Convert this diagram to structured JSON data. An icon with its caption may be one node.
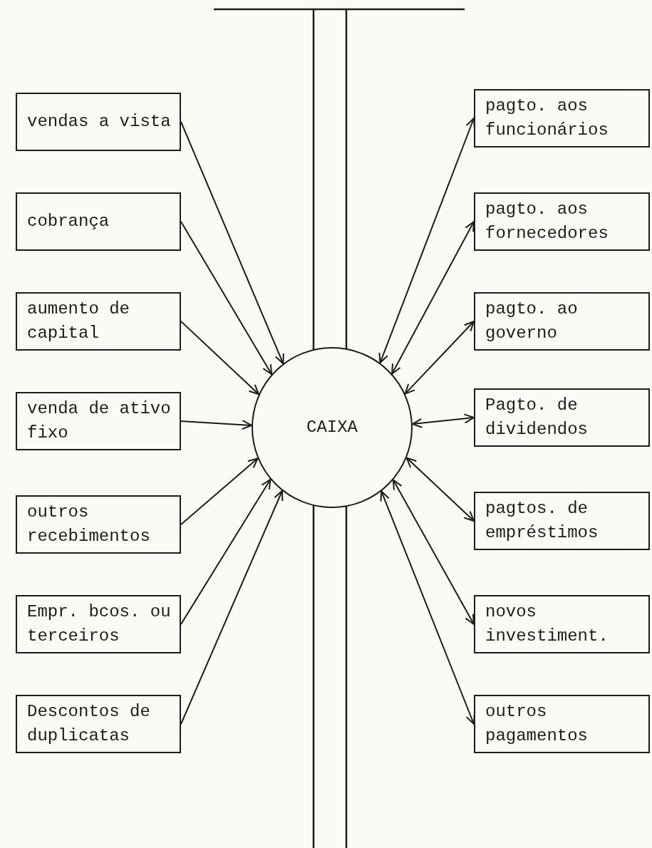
{
  "diagram": {
    "nodes": [
      {
        "text": [
          "vendas a vista"
        ]
      },
      {
        "text": [
          "cobrança"
        ]
      },
      {
        "text": [
          "aumento de capital"
        ]
      },
      {
        "text": [
          "venda de ativo fixo"
        ]
      },
      {
        "text": [
          "outros recebimentos"
        ]
      },
      {
        "text": [
          "Empr. bcos. ou terceiros"
        ]
      },
      {
        "text": [
          "Descontos de duplicatas"
        ]
      },
      {
        "text": [
          "CAIXA"
        ]
      },
      {
        "text": [
          "pagto. aos funcionários"
        ]
      },
      {
        "text": [
          "pagto. aos fornecedores"
        ]
      },
      {
        "text": [
          "pagto. ao governo"
        ]
      },
      {
        "text": [
          "Pagto. de dividendos"
        ]
      },
      {
        "text": [
          "pagtos. de empréstimos"
        ]
      },
      {
        "text": [
          "novos investiment."
        ]
      },
      {
        "text": [
          "outros pagamentos"
        ]
      }
    ],
    "edges": [
      {
        "from": 0,
        "to": 7,
        "arrow": "to"
      },
      {
        "from": 1,
        "to": 7,
        "arrow": "to"
      },
      {
        "from": 2,
        "to": 7,
        "arrow": "to"
      },
      {
        "from": 3,
        "to": 7,
        "arrow": "to"
      },
      {
        "from": 4,
        "to": 7,
        "arrow": "to"
      },
      {
        "from": 5,
        "to": 7,
        "arrow": "to"
      },
      {
        "from": 6,
        "to": 7,
        "arrow": "to"
      },
      {
        "from": 7,
        "to": 8,
        "arrow": "both"
      },
      {
        "from": 7,
        "to": 9,
        "arrow": "both"
      },
      {
        "from": 7,
        "to": 10,
        "arrow": "both"
      },
      {
        "from": 7,
        "to": 11,
        "arrow": "both"
      },
      {
        "from": 7,
        "to": 12,
        "arrow": "both"
      },
      {
        "from": 7,
        "to": 13,
        "arrow": "both"
      },
      {
        "from": 7,
        "to": 14,
        "arrow": "both"
      }
    ]
  }
}
